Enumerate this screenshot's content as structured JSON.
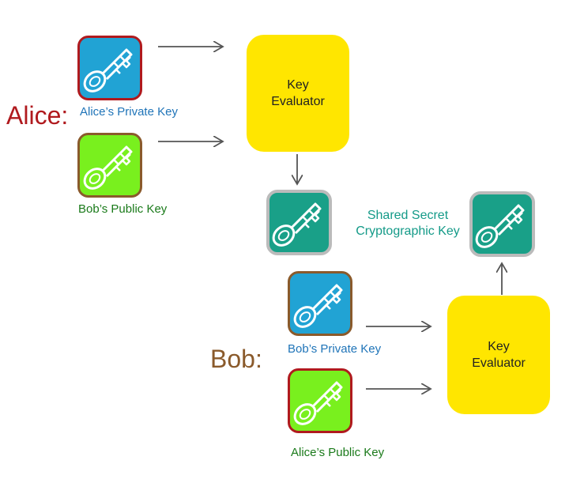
{
  "colors": {
    "alice": "#b01a1e",
    "bob": "#8a5a2b",
    "private_label": "#1f74b8",
    "public_label": "#1a7a1a",
    "shared_label": "#149a88",
    "evaluator_fill": "#ffe600",
    "private_key_fill": "#21a3d4",
    "public_key_fill": "#79f01e",
    "shared_key_fill": "#19a088",
    "arrow": "#555555"
  },
  "alice": {
    "name": "Alice:",
    "private_key_label": "Alice’s Private Key",
    "public_key_label": "Bob’s Public Key",
    "evaluator": {
      "line1": "Key",
      "line2": "Evaluator"
    }
  },
  "shared": {
    "label_line1": "Shared Secret",
    "label_line2": "Cryptographic Key"
  },
  "bob": {
    "name": "Bob:",
    "private_key_label": "Bob’s Private Key",
    "public_key_label": "Alice’s Public Key",
    "evaluator": {
      "line1": "Key",
      "line2": "Evaluator"
    }
  },
  "icons": {
    "key": "key-icon",
    "arrow": "arrow-icon"
  }
}
